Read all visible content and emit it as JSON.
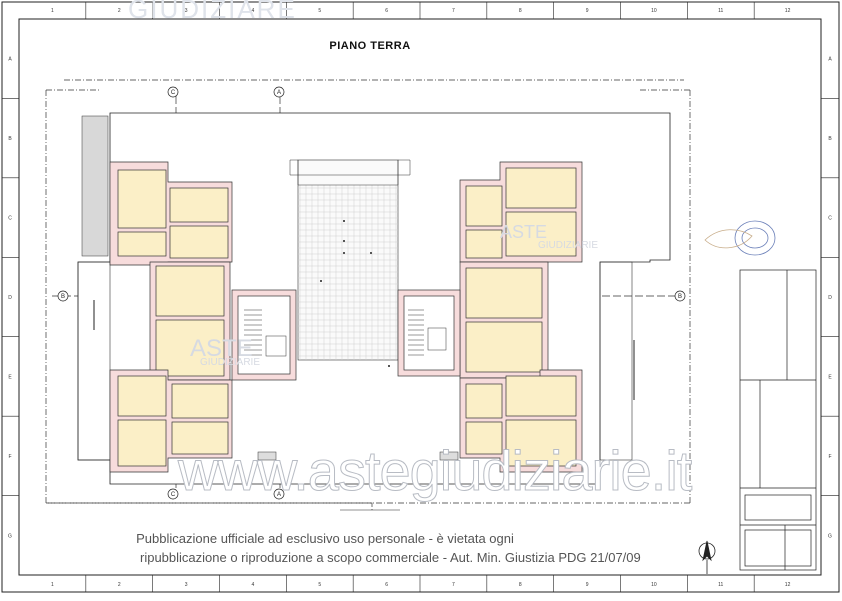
{
  "drawing": {
    "title": "PIANO TERRA",
    "grid_cols": [
      "1",
      "2",
      "3",
      "4",
      "5",
      "6",
      "7",
      "8",
      "9",
      "10",
      "11",
      "12"
    ],
    "grid_rows": [
      "A",
      "B",
      "C",
      "D",
      "E",
      "F",
      "G"
    ],
    "axis_labels": [
      "C",
      "A",
      "B"
    ]
  },
  "watermarks": {
    "top": "GIUDIZIARE",
    "main": "www.astegiudiziarie.it",
    "aste": "ASTE",
    "giudiziarie": "GIUDIZIARIE"
  },
  "notice": {
    "line1": "Pubblicazione ufficiale ad esclusivo uso personale - è vietata ogni",
    "line2": "ripubblicazione o riproduzione a scopo commerciale - Aut. Min. Giustizia PDG 21/07/09"
  },
  "colors": {
    "wall_fill": "#f7dcdc",
    "room_fill": "#fbefc7",
    "grid_line": "#c9c9c9",
    "line": "#222222"
  }
}
